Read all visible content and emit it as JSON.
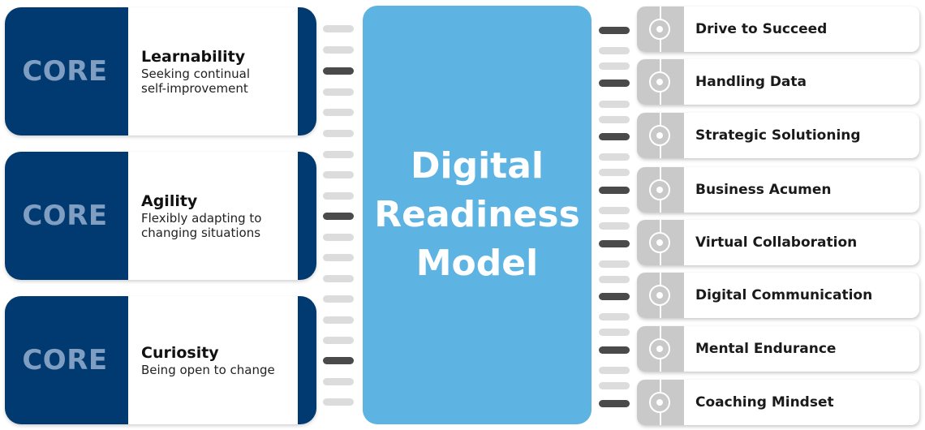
{
  "core_cards": [
    {
      "badge": "CORE",
      "title": "Learnability",
      "description": "Seeking continual\nself-improvement"
    },
    {
      "badge": "CORE",
      "title": "Agility",
      "description": "Flexibly adapting to\nchanging situations"
    },
    {
      "badge": "CORE",
      "title": "Curiosity",
      "description": "Being open to change"
    }
  ],
  "model": {
    "title": "Digital\nReadiness\nModel"
  },
  "competencies": [
    {
      "label": "Drive to Succeed"
    },
    {
      "label": "Handling Data"
    },
    {
      "label": "Strategic Solutioning"
    },
    {
      "label": "Business Acumen"
    },
    {
      "label": "Virtual Collaboration"
    },
    {
      "label": "Digital Communication"
    },
    {
      "label": "Mental Endurance"
    },
    {
      "label": "Coaching Mindset"
    }
  ],
  "colors": {
    "core_navy": "#003a70",
    "core_badge_text": "#7f9ec2",
    "model_blue": "#5db4e2",
    "tab_gray": "#c9c9c9",
    "dash_light": "#dcdcdc",
    "dash_dark": "#4a4a4a"
  },
  "icons": {
    "competency_icon": "target-icon"
  }
}
